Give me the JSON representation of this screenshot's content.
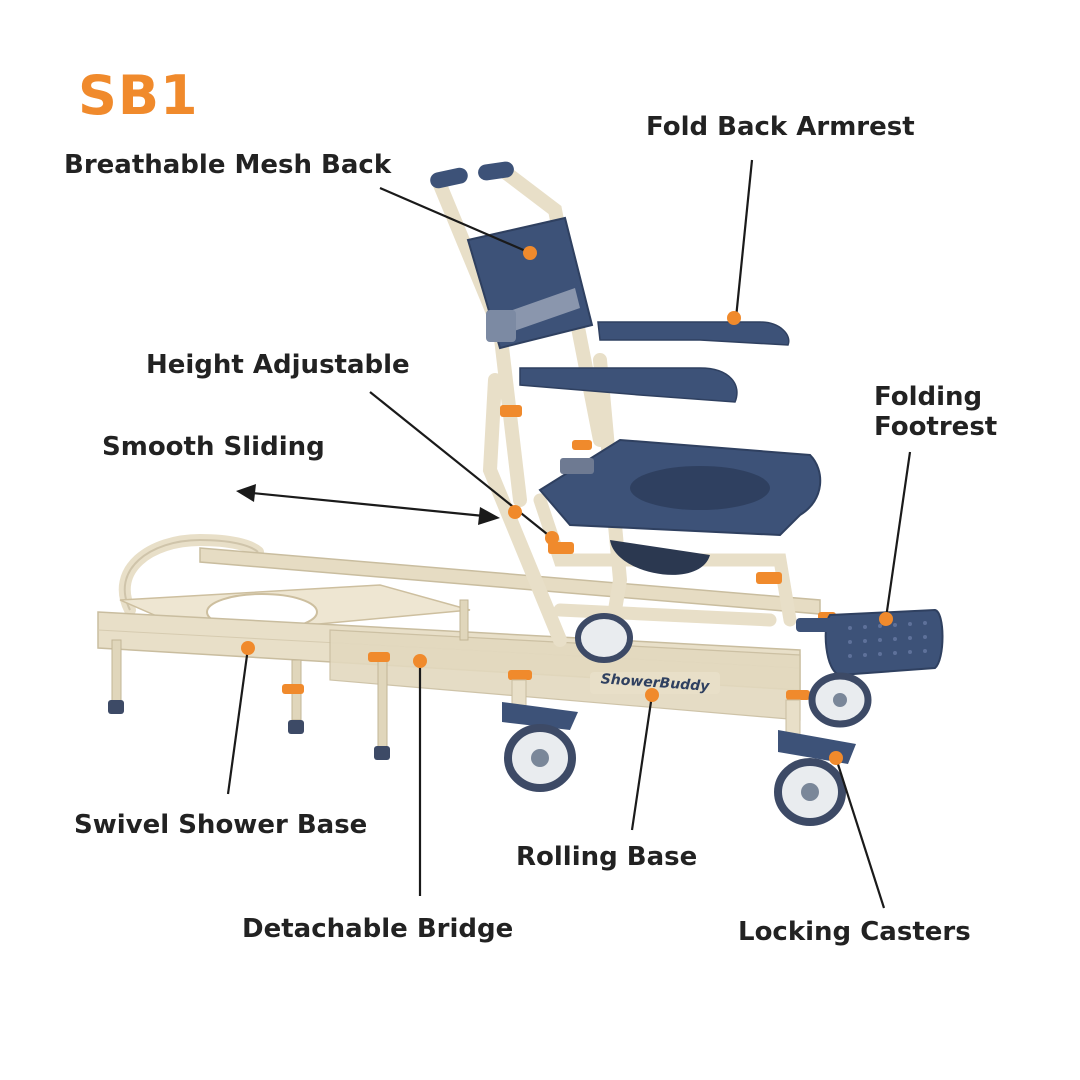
{
  "title": "SB1",
  "colors": {
    "accent": "#f08a2c",
    "seat": "#3d5278",
    "frame": "#e8dfc8",
    "label_text": "#222222"
  },
  "brand_logo_text": "ShowerBuddy",
  "labels": {
    "breathable_mesh_back": "Breathable Mesh Back",
    "fold_back_armrest": "Fold Back Armrest",
    "height_adjustable": "Height Adjustable",
    "smooth_sliding": "Smooth Sliding",
    "folding_footrest": "Folding\nFootrest",
    "swivel_shower_base": "Swivel Shower Base",
    "rolling_base": "Rolling Base",
    "detachable_bridge": "Detachable Bridge",
    "locking_casters": "Locking Casters"
  }
}
